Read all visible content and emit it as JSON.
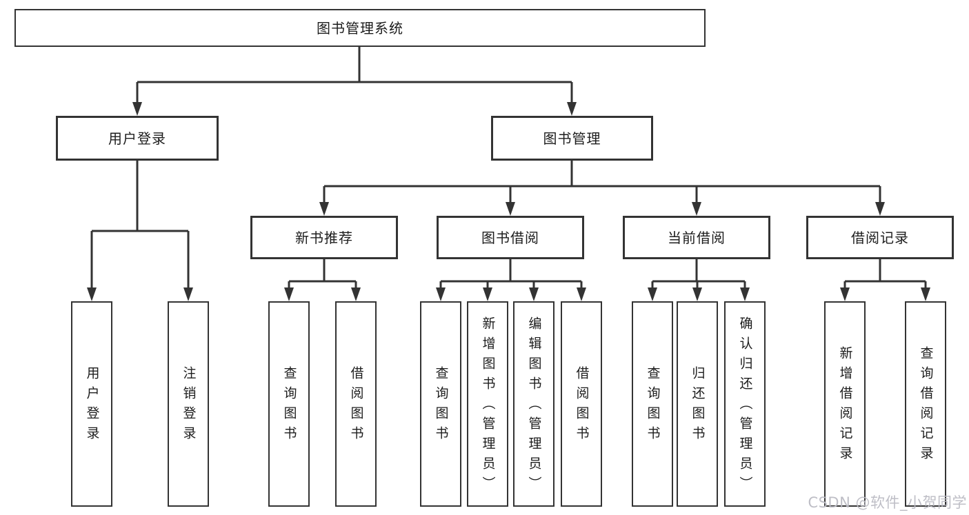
{
  "diagram_title": "图书管理系统",
  "tree": {
    "root": "图书管理系统",
    "user_login_branch": {
      "label": "用户登录",
      "children": [
        "用户登录",
        "注销登录"
      ]
    },
    "book_mgmt_branch": {
      "label": "图书管理",
      "sections": {
        "new_book": {
          "label": "新书推荐",
          "children": [
            "查询图书",
            "借阅图书"
          ]
        },
        "book_borrow": {
          "label": "图书借阅",
          "children": [
            "查询图书",
            "新增图书（管理员）",
            "编辑图书（管理员）",
            "借阅图书"
          ]
        },
        "current_borrow": {
          "label": "当前借阅",
          "children": [
            "查询图书",
            "归还图书",
            "确认归还（管理员）"
          ]
        },
        "borrow_records": {
          "label": "借阅记录",
          "children": [
            "新增借阅记录",
            "查询借阅记录"
          ]
        }
      }
    }
  },
  "watermark": "CSDN @软件_小贺同学",
  "colors": {
    "line": "#333333",
    "box_background": "#ffffff",
    "text": "#1c1c1c",
    "watermark": "#babac3"
  }
}
